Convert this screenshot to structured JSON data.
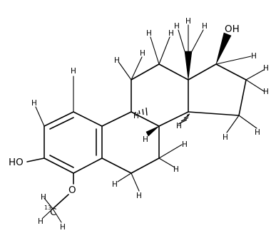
{
  "molecule": {
    "hetero_atoms": {
      "oh_phenol": "HO",
      "o_methoxy": "O",
      "oh_c17": "OH",
      "c_isotope_mass": "13",
      "c_isotope_symbol": "C"
    },
    "hydrogen_label": "H"
  }
}
